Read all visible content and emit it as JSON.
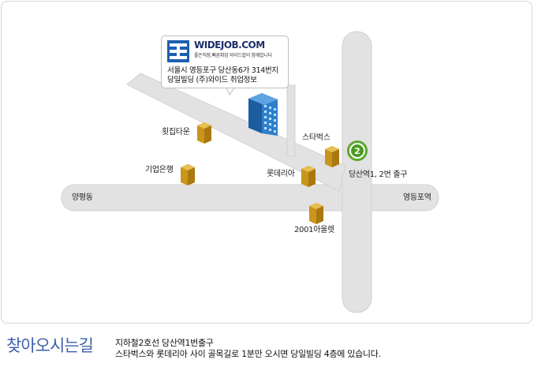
{
  "map": {
    "colors": {
      "road": "#e2e2e2",
      "road_edge": "#d2d2d2",
      "marker": "#c9951a",
      "station_ring": "#5aa82a",
      "building": "#2a6fb8",
      "title": "#3d5fae"
    },
    "callout": {
      "logo_icon": "widejob-logo-icon",
      "brand": "WIDEJOB.COM",
      "tagline": "좋은직장,빠른취업 와이드잡이 함께합니다",
      "address_line1": "서울시 영등포구 당산동6가 314번지",
      "address_line2": "당일빌딩 (주)와이드 취업정보"
    },
    "landmarks": {
      "hoetjip": "횟집타운",
      "ibank": "기업은행",
      "starbucks": "스타벅스",
      "lotteria": "롯데리아",
      "mart": "2001아울렛"
    },
    "areas": {
      "west": "양평동",
      "east": "영등포역"
    },
    "station": {
      "line_number": "2",
      "exit_label": "당산역1, 2번 출구"
    }
  },
  "directions": {
    "title": "찾아오시는길",
    "line1": "지하철2호선 당산역1번출구",
    "line2": "스타벅스와 롯데리아 사이 골목길로 1분만 오시면 당일빌딩 4층에 있습니다."
  }
}
